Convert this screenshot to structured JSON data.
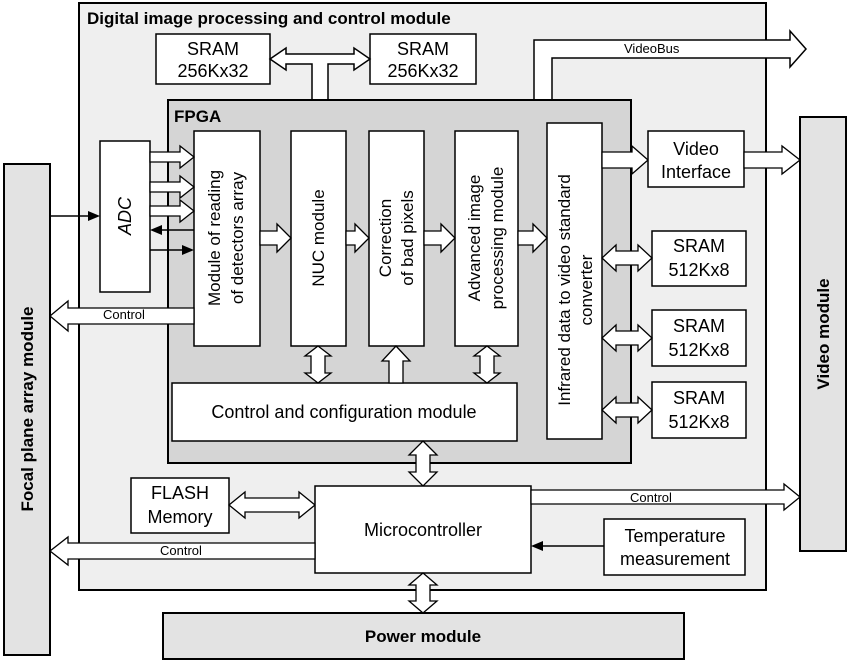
{
  "main_module": {
    "title": "Digital image processing and control module"
  },
  "fpga": {
    "title": "FPGA"
  },
  "sram_top_left": {
    "line1": "SRAM",
    "line2": "256Kx32"
  },
  "sram_top_right": {
    "line1": "SRAM",
    "line2": "256Kx32"
  },
  "videobus": {
    "label": "VideoBus"
  },
  "adc": {
    "label": "ADC"
  },
  "reading_module": {
    "line1": "Module of reading",
    "line2": "of detectors array"
  },
  "nuc_module": {
    "label": "NUC module"
  },
  "correction_module": {
    "line1": "Correction",
    "line2": "of bad pixels"
  },
  "advanced_module": {
    "line1": "Advanced image",
    "line2": "processing module"
  },
  "converter": {
    "line1": "Infrared data to video standard",
    "line2": "converter"
  },
  "control_config": {
    "label": "Control and configuration module"
  },
  "video_interface": {
    "line1": "Video",
    "line2": "Interface"
  },
  "sram_right_1": {
    "line1": "SRAM",
    "line2": "512Kx8"
  },
  "sram_right_2": {
    "line1": "SRAM",
    "line2": "512Kx8"
  },
  "sram_right_3": {
    "line1": "SRAM",
    "line2": "512Kx8"
  },
  "focal_plane": {
    "label": "Focal plane array module"
  },
  "video_module": {
    "label": "Video module"
  },
  "flash": {
    "line1": "FLASH",
    "line2": "Memory"
  },
  "microcontroller": {
    "label": "Microcontroller"
  },
  "temperature": {
    "line1": "Temperature",
    "line2": "measurement"
  },
  "power_module": {
    "label": "Power module"
  },
  "control_labels": {
    "adc_control": "Control",
    "mcu_video_control": "Control",
    "mcu_focal_control": "Control"
  }
}
